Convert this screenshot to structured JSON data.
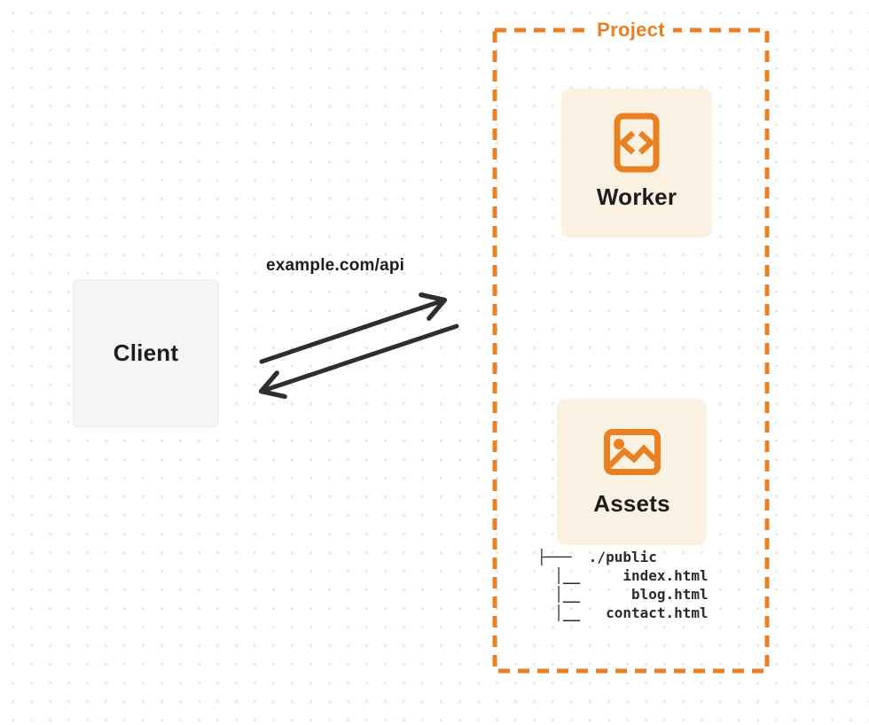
{
  "colors": {
    "accent_orange": "#e98122",
    "card_fill": "#fbf1e2",
    "client_fill": "#f5f5f6",
    "arrow_ink": "#2e2e2e",
    "text_ink": "#1d1d1f",
    "dot_grid": "#e6e6e6"
  },
  "client": {
    "label": "Client"
  },
  "project": {
    "label": "Project"
  },
  "worker": {
    "label": "Worker",
    "icon": "code-file-icon"
  },
  "assets": {
    "label": "Assets",
    "icon": "image-icon"
  },
  "request": {
    "label": "example.com/api"
  },
  "file_tree": {
    "lines": [
      "├───  ./public",
      "  │__     index.html",
      "  │__      blog.html",
      "  │__   contact.html"
    ]
  }
}
